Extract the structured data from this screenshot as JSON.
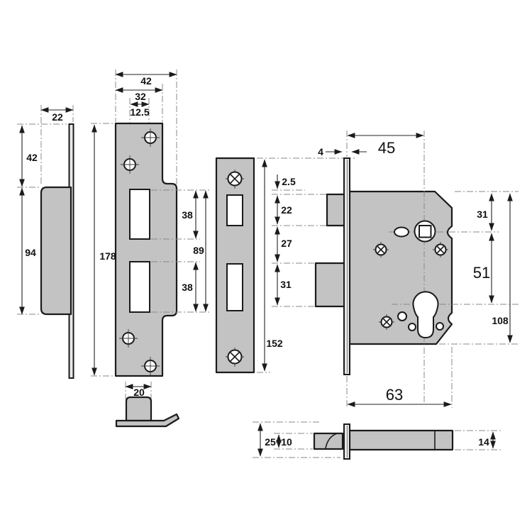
{
  "drawing": {
    "subject": "mortice-lock-dimension-drawing",
    "units": "mm",
    "colors": {
      "part_fill": "#c3c3c3",
      "outline": "#1b1b1b",
      "centerline": "#8a8a8a",
      "background": "#ffffff"
    }
  },
  "dims": {
    "strike_box_side_view": {
      "plate_width": "22",
      "plate_top_to_box": "42",
      "box_height": "94"
    },
    "strike_plate_front_view": {
      "bump_width": "42",
      "plate_width": "32",
      "screw_column_offset": "12.5",
      "plate_height": "178",
      "top_cutout_height": "38",
      "cutouts_span": "89",
      "bottom_cutout_height": "38",
      "dust_box_width": "20"
    },
    "forend_faceplate": {
      "faceplate_height": "152",
      "top_to_latch_gap": "2.5",
      "latch_cutout_height": "22",
      "latch_to_deadbolt_gap": "27",
      "deadbolt_cutout_height": "31"
    },
    "lock_case": {
      "backset": "45",
      "faceplate_thickness": "4",
      "top_to_spindle": "31",
      "spindle_to_cylinder": "51",
      "case_height": "108",
      "case_depth": "63"
    },
    "latch_bolt_side_view": {
      "forend_height": "25",
      "latch_head_height": "10",
      "bolt_tail_height": "14"
    }
  }
}
